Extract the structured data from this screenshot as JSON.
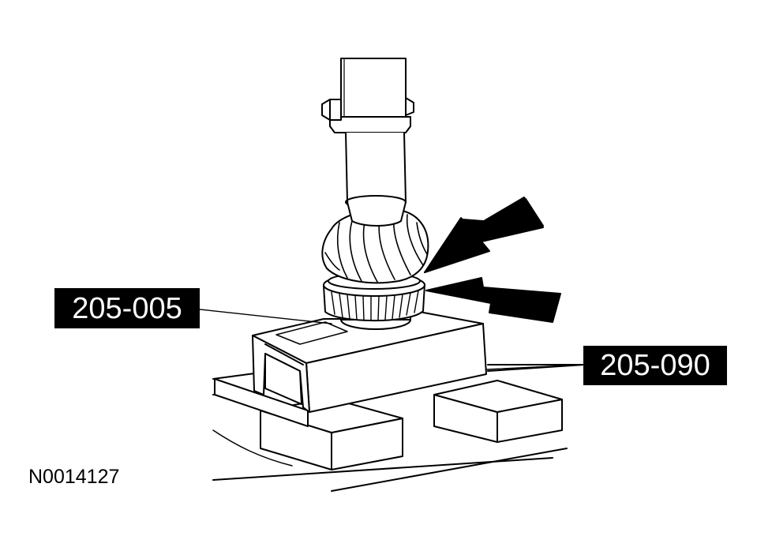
{
  "callouts": {
    "left": "205-005",
    "right": "205-090"
  },
  "figure_id": "N0014127",
  "colors": {
    "ink": "#000000",
    "paper": "#ffffff"
  },
  "icons": {
    "arrows": "solid-pointer-arrow"
  }
}
